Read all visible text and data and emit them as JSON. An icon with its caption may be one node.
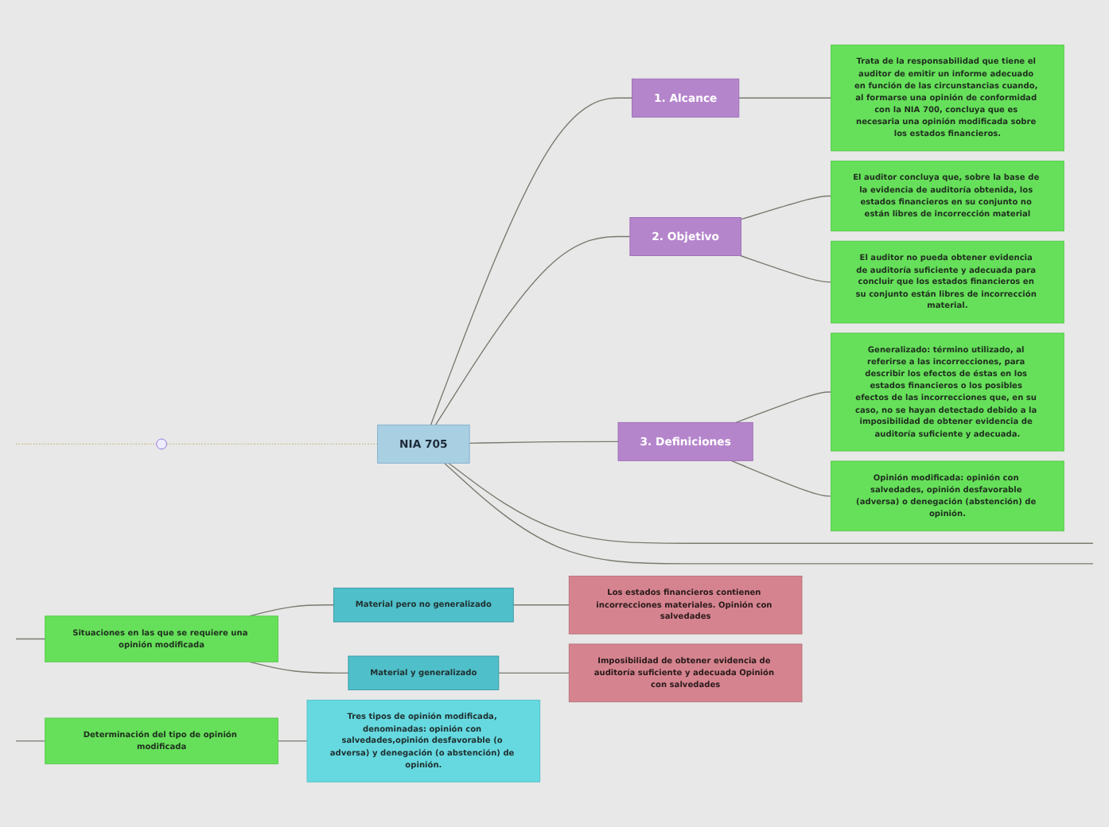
{
  "diagram": {
    "nodes": [
      {
        "text": [
          "NIA 705"
        ]
      },
      {
        "text": [
          "1. Alcance"
        ]
      },
      {
        "text": [
          "Trata de la responsabilidad que tiene el auditor de emitir un informe adecuado en función de las circunstancias cuando, al formarse una opinión de conformidad con la NIA 700, concluya que es necesaria una opinión modificada sobre los estados financieros."
        ]
      },
      {
        "text": [
          "2. Objetivo"
        ]
      },
      {
        "text": [
          "El auditor concluya que, sobre la base de la evidencia de auditoría obtenida, los estados financieros en su conjunto no están libres de incorrección material"
        ]
      },
      {
        "text": [
          "El auditor no pueda obtener evidencia de auditoría suficiente y adecuada para concluir que los estados financieros en su conjunto están libres de incorrección material."
        ]
      },
      {
        "text": [
          "3. Definiciones"
        ]
      },
      {
        "text": [
          "Generalizado: término utilizado, al referirse a las incorrecciones, para describir los efectos de éstas en los estados financieros o los posibles efectos de las incorrecciones que, en su caso, no se hayan detectado debido a la imposibilidad de obtener evidencia de auditoría suficiente y adecuada."
        ]
      },
      {
        "text": [
          "Opinión modificada: opinión con salvedades, opinión desfavorable (adversa) o denegación (abstención) de opinión."
        ]
      },
      {
        "text": [
          "Situaciones en las que se requiere una opinión modificada"
        ]
      },
      {
        "text": [
          "Material pero no generalizado"
        ]
      },
      {
        "text": [
          "Los estados financieros contienen incorrecciones materiales. Opinión con salvedades"
        ]
      },
      {
        "text": [
          "Material y generalizado"
        ]
      },
      {
        "text": [
          "Imposibilidad de obtener evidencia de auditoría suficiente y adecuada Opinión con salvedades"
        ]
      },
      {
        "text": [
          "Determinación del tipo de opinión modificada"
        ]
      },
      {
        "text": [
          "Tres tipos de opinión modificada, denominadas: opinión con salvedades,opinión desfavorable (o adversa) y denegación (o abstención) de opinión."
        ]
      },
      {
        "text": [],
        "shape": "circle"
      }
    ],
    "edges": [
      {
        "from": null,
        "to": 16,
        "arrow": "none",
        "style": "dashed",
        "color": "#c8c090"
      },
      {
        "from": 16,
        "to": 0,
        "arrow": "none",
        "style": "dashed",
        "color": "#c8c090"
      },
      {
        "from": 0,
        "to": 1,
        "arrow": "none"
      },
      {
        "from": 1,
        "to": 2,
        "arrow": "none"
      },
      {
        "from": 0,
        "to": 3,
        "arrow": "none"
      },
      {
        "from": 3,
        "to": 4,
        "arrow": "none"
      },
      {
        "from": 3,
        "to": 5,
        "arrow": "none"
      },
      {
        "from": 0,
        "to": 6,
        "arrow": "none"
      },
      {
        "from": 6,
        "to": 7,
        "arrow": "none"
      },
      {
        "from": 6,
        "to": 8,
        "arrow": "none"
      },
      {
        "from": 0,
        "to": null,
        "arrow": "none"
      },
      {
        "from": 0,
        "to": null,
        "arrow": "none"
      },
      {
        "from": null,
        "to": 9,
        "arrow": "none"
      },
      {
        "from": 9,
        "to": 10,
        "arrow": "none"
      },
      {
        "from": 10,
        "to": 11,
        "arrow": "none"
      },
      {
        "from": 9,
        "to": 12,
        "arrow": "none"
      },
      {
        "from": 12,
        "to": 13,
        "arrow": "none"
      },
      {
        "from": null,
        "to": 14,
        "arrow": "none"
      },
      {
        "from": 14,
        "to": 15,
        "arrow": "none"
      }
    ]
  }
}
